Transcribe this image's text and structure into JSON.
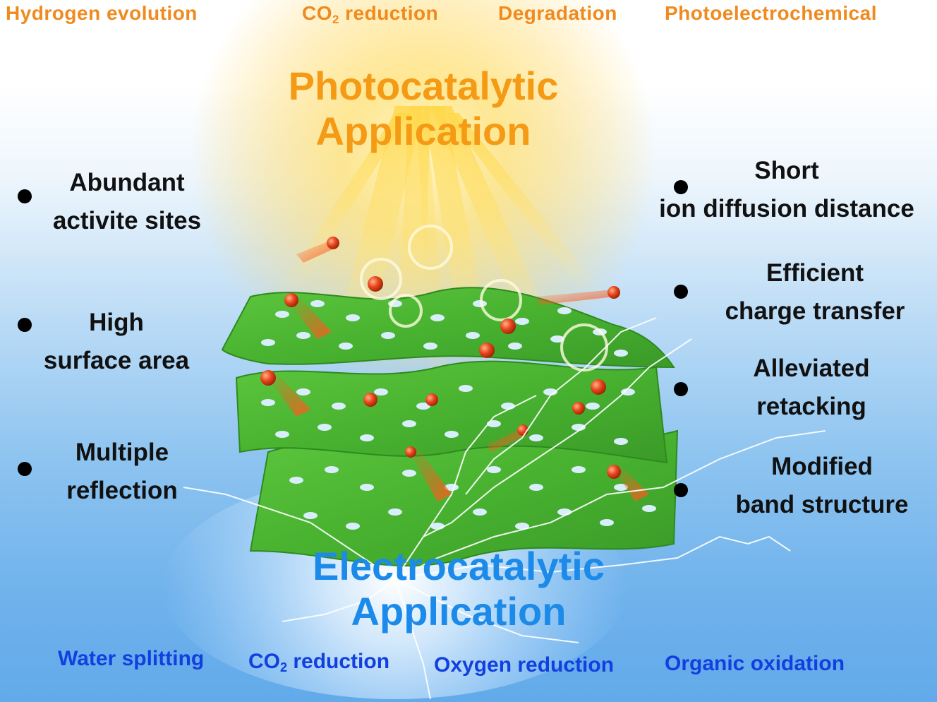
{
  "photocatalytic": {
    "title_line1": "Photocatalytic",
    "title_line2": "Application",
    "applications": {
      "hydrogen": "Hydrogen evolution",
      "co2_prefix": "CO",
      "co2_sub": "2",
      "co2_suffix": " reduction",
      "degradation": "Degradation",
      "photoelectrochemical": "Photoelectrochemical"
    }
  },
  "electrocatalytic": {
    "title_line1": "Electrocatalytic",
    "title_line2": "Application",
    "applications": {
      "water": "Water splitting",
      "co2_prefix": "CO",
      "co2_sub": "2",
      "co2_suffix": " reduction",
      "oxygen": "Oxygen reduction",
      "organic": "Organic oxidation"
    }
  },
  "left_features": [
    {
      "line1": "Abundant",
      "line2": "activite sites"
    },
    {
      "line1": "High",
      "line2": "surface area"
    },
    {
      "line1": "Multiple",
      "line2": "reflection"
    }
  ],
  "right_features": [
    {
      "line1": "Short",
      "line2": "ion diffusion distance"
    },
    {
      "line1": "Efficient",
      "line2": "charge transfer"
    },
    {
      "line1": "Alleviated",
      "line2": "retacking"
    },
    {
      "line1": "Modified",
      "line2": "band structure"
    }
  ],
  "colors": {
    "photo_orange": "#f49a14",
    "electro_blue": "#1c8ae8",
    "sheet_green": "#4cb534",
    "particle_red": "#e8461c"
  }
}
